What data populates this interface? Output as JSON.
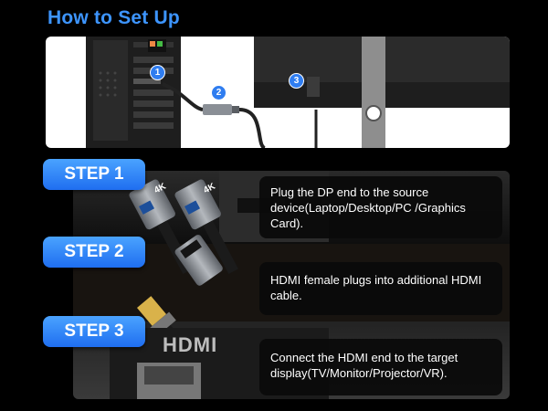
{
  "title": "How to Set Up",
  "diagram": {
    "badges": [
      "1",
      "2",
      "3"
    ]
  },
  "steps": [
    {
      "label": "STEP 1",
      "text": "Plug the DP end to the source device(Laptop/Desktop/PC /Graphics Card)."
    },
    {
      "label": "STEP 2",
      "text": "HDMI female plugs into additional HDMI cable."
    },
    {
      "label": "STEP 3",
      "text": "Connect the HDMI end to the target display(TV/Monitor/Projector/VR)."
    }
  ],
  "photo_labels": {
    "adapter_tag": "4K",
    "hdmi_marking": "HDMI"
  },
  "colors": {
    "accent": "#3d95ff",
    "step_button": "#1f6ef0"
  }
}
